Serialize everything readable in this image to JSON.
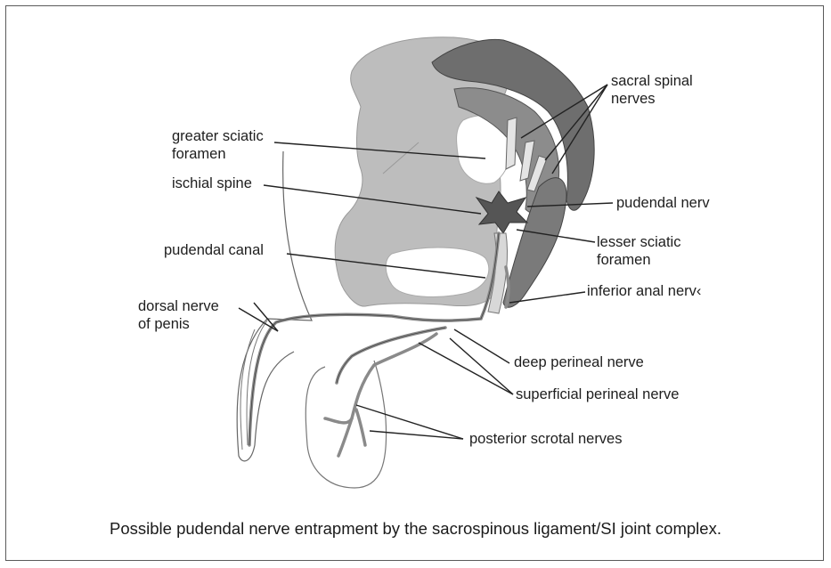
{
  "labels": {
    "sacral_spinal_nerves_line1": "sacral spinal",
    "sacral_spinal_nerves_line2": "nerves",
    "greater_sciatic_line1": "greater sciatic",
    "greater_sciatic_line2": "foramen",
    "ischial_spine": "ischial spine",
    "pudendal_nerve": "pudendal nerv",
    "lesser_sciatic_line1": "lesser sciatic",
    "lesser_sciatic_line2": "foramen",
    "pudendal_canal": "pudendal canal",
    "inferior_anal_nerve": "inferior anal nerv‹",
    "dorsal_nerve_line1": "dorsal nerve",
    "dorsal_nerve_line2": "of penis",
    "deep_perineal_nerve": "deep perineal nerve",
    "superficial_perineal_nerve": "superficial perineal nerve",
    "posterior_scrotal_nerves": "posterior scrotal nerves"
  },
  "caption": "Possible pudendal nerve entrapment by the sacrospinous ligament/SI joint complex.",
  "colors": {
    "ilium_fill": "#bdbdbd",
    "sacrum_dark": "#6e6e6e",
    "sacrum_mid": "#8c8c8c",
    "nerve": "#8a8a8a",
    "ligament": "#555555"
  }
}
